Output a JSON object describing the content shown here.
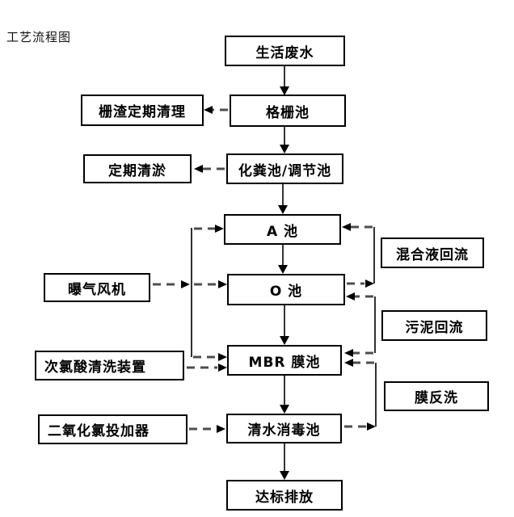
{
  "title": "工艺流程图",
  "nodes": {
    "raw_wastewater": {
      "label": "生活废水"
    },
    "screenings_cleanup": {
      "label": "栅渣定期清理"
    },
    "grid_tank": {
      "label": "格栅池"
    },
    "desilting": {
      "label": "定期清淤"
    },
    "septic_tank": {
      "label": "化粪池/调节池"
    },
    "tank_a": {
      "label": "A 池"
    },
    "mixed_liquor_return": {
      "label": "混合液回流"
    },
    "aeration_blower": {
      "label": "曝气风机"
    },
    "tank_o": {
      "label": "O 池"
    },
    "sludge_return": {
      "label": "污泥回流"
    },
    "mbr_tank": {
      "label": "MBR 膜池"
    },
    "hypochlorite_cleaner": {
      "label": "次氯酸清洗装置"
    },
    "membrane_backwash": {
      "label": "膜反洗"
    },
    "chlorine_dioxide_doser": {
      "label": "二氧化氯投加器"
    },
    "disinfection_tank": {
      "label": "清水消毒池"
    },
    "discharge": {
      "label": "达标排放"
    }
  },
  "edges": [
    {
      "from": "生活废水",
      "to": "格栅池",
      "style": "solid"
    },
    {
      "from": "格栅池",
      "to": "栅渣定期清理",
      "style": "dashed"
    },
    {
      "from": "格栅池",
      "to": "化粪池/调节池",
      "style": "solid"
    },
    {
      "from": "化粪池/调节池",
      "to": "定期清淤",
      "style": "dashed"
    },
    {
      "from": "化粪池/调节池",
      "to": "A 池",
      "style": "solid"
    },
    {
      "from": "A 池",
      "to": "O 池",
      "style": "solid"
    },
    {
      "from": "曝气风机",
      "to": "A 池",
      "style": "dashed"
    },
    {
      "from": "曝气风机",
      "to": "O 池",
      "style": "dashed"
    },
    {
      "from": "曝气风机",
      "to": "MBR 膜池",
      "style": "dashed"
    },
    {
      "from": "O 池",
      "to": "A 池",
      "style": "dashed",
      "label": "混合液回流"
    },
    {
      "from": "O 池",
      "to": "MBR 膜池",
      "style": "solid"
    },
    {
      "from": "MBR 膜池",
      "to": "O 池",
      "style": "dashed",
      "label": "污泥回流"
    },
    {
      "from": "次氯酸清洗装置",
      "to": "MBR 膜池",
      "style": "dashed"
    },
    {
      "from": "MBR 膜池",
      "to": "清水消毒池",
      "style": "solid"
    },
    {
      "from": "清水消毒池",
      "to": "MBR 膜池",
      "style": "dashed",
      "label": "膜反洗"
    },
    {
      "from": "二氧化氯投加器",
      "to": "清水消毒池",
      "style": "dashed"
    },
    {
      "from": "清水消毒池",
      "to": "达标排放",
      "style": "solid"
    }
  ],
  "colors": {
    "background": "#ffffff",
    "box_border": "#000000",
    "text": "#000000",
    "solid_line": "#000000",
    "dashed_line": "#4d4d4d"
  }
}
